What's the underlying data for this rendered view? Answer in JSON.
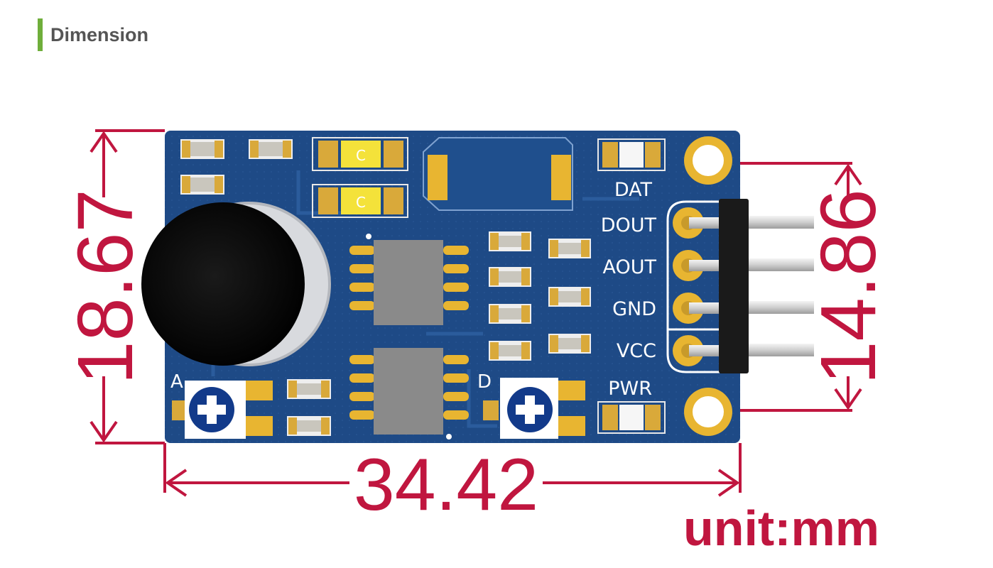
{
  "header": {
    "title": "Dimension",
    "accent_color": "#6fae3b"
  },
  "board": {
    "pcb_color": "#1e4a86",
    "pin_labels": [
      "DAT",
      "DOUT",
      "AOUT",
      "GND",
      "VCC",
      "PWR"
    ],
    "silkscreen": {
      "pot_a_label": "A",
      "pot_d_label": "D",
      "capacitor_label": "C"
    },
    "icons": [
      "microphone-icon",
      "potentiometer-icon"
    ]
  },
  "dimensions": {
    "height_left": "18.67",
    "height_right": "14.86",
    "width": "34.42",
    "unit": "unit:mm",
    "color": "#c0163f"
  }
}
